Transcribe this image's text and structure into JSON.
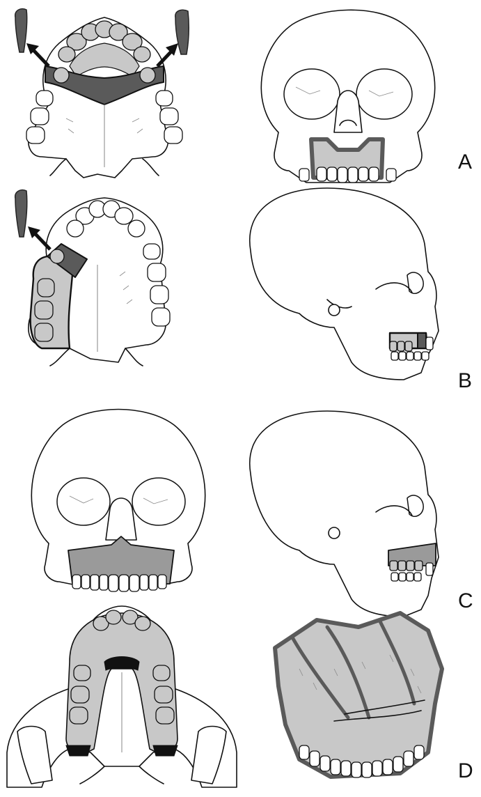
{
  "figure": {
    "panels": [
      {
        "id": "a",
        "label": "A"
      },
      {
        "id": "b",
        "label": "B"
      },
      {
        "id": "c",
        "label": "C"
      },
      {
        "id": "d",
        "label": "D"
      }
    ]
  },
  "colors": {
    "outline": "#111111",
    "segment_light_gray": "#c8c8c8",
    "segment_dark_gray": "#5a5a5a",
    "bone_white": "#ffffff",
    "cut_black": "#111111"
  },
  "icons": [
    "skull-front-icon",
    "skull-lateral-icon",
    "maxilla-occlusal-icon",
    "bone-peg-icon",
    "arrow-icon",
    "segmented-maxilla-icon"
  ]
}
